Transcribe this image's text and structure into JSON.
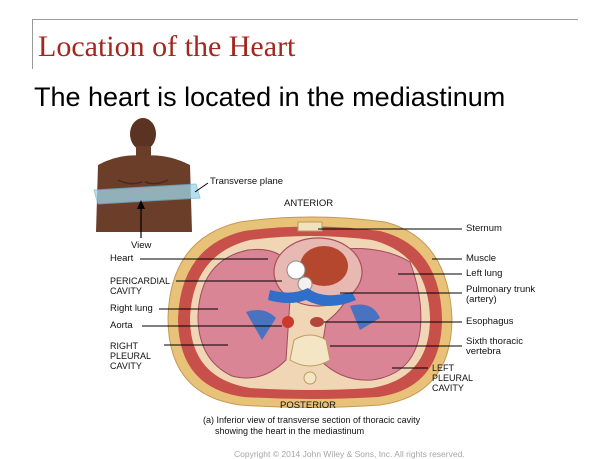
{
  "slide": {
    "title": "Location of the Heart",
    "subtitle": "The heart is located in the mediastinum"
  },
  "figure": {
    "plane_label": "Transverse plane",
    "view_label": "View",
    "anterior": "ANTERIOR",
    "posterior": "POSTERIOR",
    "left_labels": {
      "heart": "Heart",
      "pericardial_cavity_1": "PERICARDIAL",
      "pericardial_cavity_2": "CAVITY",
      "right_lung": "Right lung",
      "aorta": "Aorta",
      "right_pleural_1": "RIGHT",
      "right_pleural_2": "PLEURAL",
      "right_pleural_3": "CAVITY"
    },
    "right_labels": {
      "sternum": "Sternum",
      "muscle": "Muscle",
      "left_lung": "Left lung",
      "pulmonary_1": "Pulmonary trunk",
      "pulmonary_2": "(artery)",
      "esophagus": "Esophagus",
      "vertebra_1": "Sixth thoracic",
      "vertebra_2": "vertebra",
      "left_pleural_1": "LEFT",
      "left_pleural_2": "PLEURAL",
      "left_pleural_3": "CAVITY"
    },
    "caption_line1": "(a)  Inferior view of transverse section of thoracic cavity",
    "caption_line2": "showing the heart in the mediastinum"
  },
  "footer": {
    "copyright": "Copyright © 2014 John Wiley & Sons, Inc. All rights reserved."
  },
  "colors": {
    "title": "#a0281e",
    "lung": "#d98595",
    "muscle": "#c8504a",
    "fat": "#e9c27a",
    "vessel": "#2f6fc9",
    "plane": "#9fd6ea"
  }
}
